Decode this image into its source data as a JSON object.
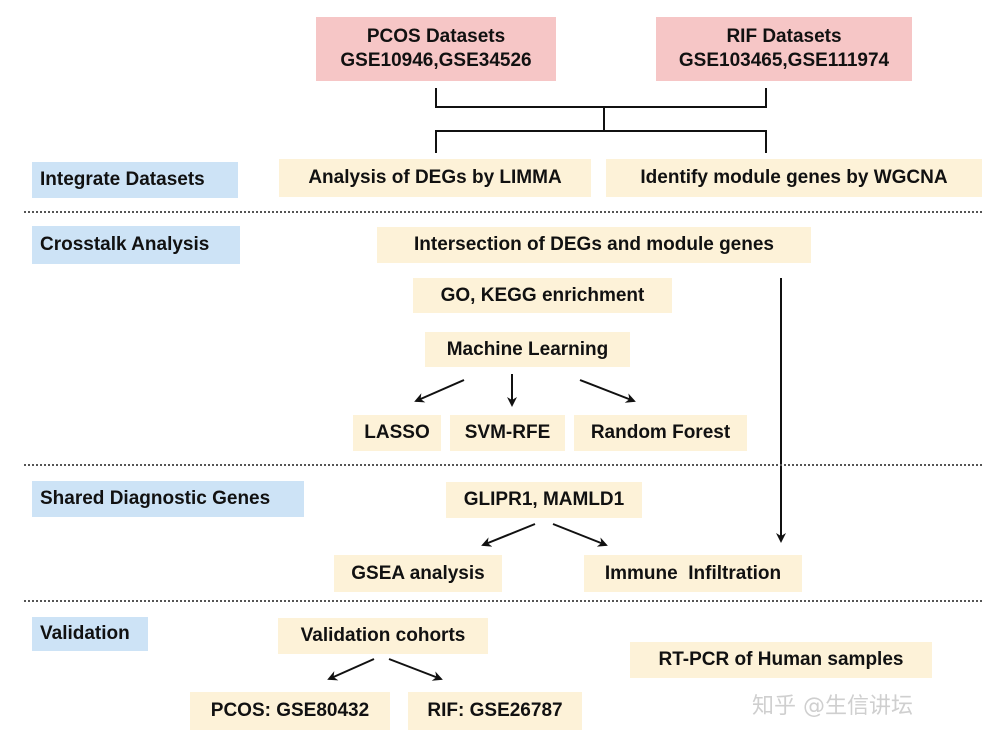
{
  "sources": {
    "pcos": {
      "title": "PCOS Datasets",
      "ids": "GSE10946,GSE34526"
    },
    "rif": {
      "title": "RIF Datasets",
      "ids": "GSE103465,GSE111974"
    }
  },
  "stages": {
    "integrate": "Integrate Datasets",
    "crosstalk": "Crosstalk Analysis",
    "shared": "Shared Diagnostic Genes",
    "validation": "Validation"
  },
  "steps": {
    "limma": "Analysis of DEGs by LIMMA",
    "wgcna": "Identify module genes by WGCNA",
    "intersection": "Intersection of DEGs and module genes",
    "enrichment": "GO, KEGG enrichment",
    "ml": "Machine Learning",
    "lasso": "LASSO",
    "svm": "SVM-RFE",
    "rf": "Random Forest",
    "genes": "GLIPR1, MAMLD1",
    "gsea": "GSEA analysis",
    "immune": "Immune  Infiltration",
    "cohorts": "Validation cohorts",
    "rtpcr": "RT-PCR of Human samples",
    "pcos_val": "PCOS: GSE80432",
    "rif_val": "RIF: GSE26787"
  },
  "watermark": "知乎 @生信讲坛"
}
